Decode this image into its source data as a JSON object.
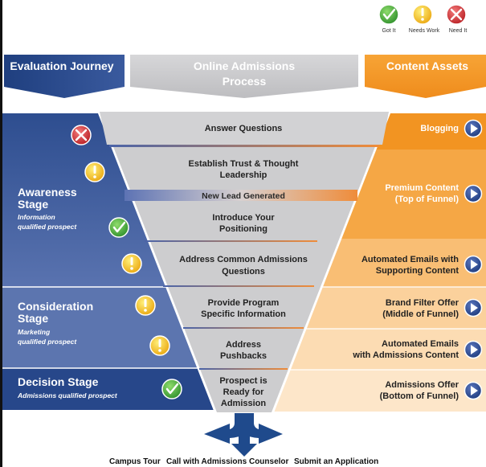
{
  "legend": {
    "got_it": "Got It",
    "needs_work": "Needs Work",
    "need_it": "Need It"
  },
  "headers": {
    "left": "Evaluation Journey",
    "center_line1": "Online Admissions",
    "center_line2": "Process",
    "right": "Content Assets"
  },
  "stages": {
    "awareness": {
      "title_line1": "Awareness",
      "title_line2": "Stage",
      "sub_line1": "Information",
      "sub_line2": "qualified prospect"
    },
    "consideration": {
      "title_line1": "Consideration",
      "title_line2": "Stage",
      "sub_line1": "Marketing",
      "sub_line2": "qualified prospect"
    },
    "decision": {
      "title": "Decision Stage",
      "sub": "Admissions qualified prospect"
    }
  },
  "funnel": {
    "step1": "Answer Questions",
    "step2_line1": "Establish Trust & Thought",
    "step2_line2": "Leadership",
    "lead_bar": "New Lead Generated",
    "step3_line1": "Introduce Your",
    "step3_line2": "Positioning",
    "step4_line1": "Address Common Admissions",
    "step4_line2": "Questions",
    "step5_line1": "Provide Program",
    "step5_line2": "Specific Information",
    "step6_line1": "Address",
    "step6_line2": "Pushbacks",
    "step7_line1": "Prospect is",
    "step7_line2": "Ready for",
    "step7_line3": "Admission"
  },
  "assets": {
    "a1": "Blogging",
    "a2_line1": "Premium Content",
    "a2_line2": "(Top of Funnel)",
    "a3_line1": "Automated Emails with",
    "a3_line2": "Supporting Content",
    "a4_line1": "Brand Filter Offer",
    "a4_line2": "(Middle of Funnel)",
    "a5_line1": "Automated Emails",
    "a5_line2": "with Admissions Content",
    "a6_line1": "Admissions Offer",
    "a6_line2": "(Bottom of Funnel)"
  },
  "outcomes": {
    "campus_tour": "Campus Tour",
    "call": "Call with Admissions Counselor",
    "submit": "Submit an Application"
  },
  "colors": {
    "blue_dark": "#1f3f7f",
    "blue_light": "#6c82be",
    "orange": "#f29422",
    "orange_light": "#fde3c1",
    "gray": "#c9c9cb",
    "green": "#3da43a",
    "yellow": "#f5bf1a",
    "red": "#d9252b"
  }
}
